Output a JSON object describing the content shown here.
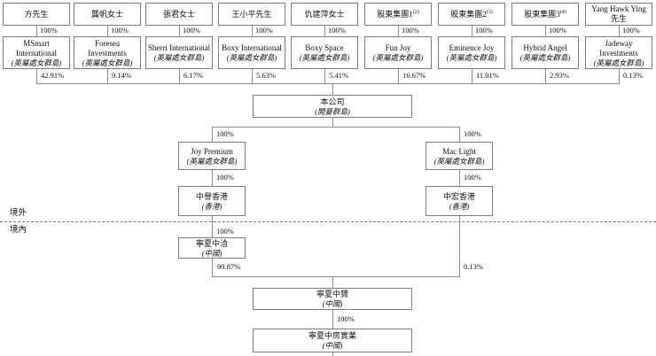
{
  "columns": [
    {
      "holder": "方先生",
      "pct_top": "100%",
      "company": "MSmart International",
      "juris": "(英屬處女群島)",
      "stake": "42.91%"
    },
    {
      "holder": "龔帆女士",
      "pct_top": "100%",
      "company": "Foresea Investments",
      "juris": "(英屬處女群島)",
      "stake": "9.14%"
    },
    {
      "holder": "張君女士",
      "pct_top": "100%",
      "company": "Sherri International",
      "juris": "(英屬處女群島)",
      "stake": "6.17%"
    },
    {
      "holder": "王小平先生",
      "pct_top": "100%",
      "company": "Boxy International",
      "juris": "(英屬處女群島)",
      "stake": "5.63%"
    },
    {
      "holder": "仇建萍女士",
      "pct_top": "100%",
      "company": "Boxy Space",
      "juris": "(英屬處女群島)",
      "stake": "5.41%"
    },
    {
      "holder": "股東集團1",
      "sup": "(2)",
      "pct_top": "100%",
      "company": "Fun Joy",
      "juris": "(英屬處女群島)",
      "stake": "16.67%"
    },
    {
      "holder": "股東集團2",
      "sup": "(3)",
      "pct_top": "100%",
      "company": "Eminence Joy",
      "juris": "(英屬處女群島)",
      "stake": "11.01%"
    },
    {
      "holder": "股東集團3",
      "sup": "(4)",
      "pct_top": "100%",
      "company": "Hybrid Angel",
      "juris": "(英屬處女群島)",
      "stake": "2.93%"
    },
    {
      "holder": "Yang Hawk Ying 先生",
      "pct_top": "100%",
      "company": "Jadeway Investments",
      "juris": "(英屬處女群島)",
      "stake": "0.13%"
    }
  ],
  "company": {
    "name": "本公司",
    "juris": "(開曼群島)"
  },
  "mid": {
    "joy_premium": {
      "pct": "100%",
      "name": "Joy Premium",
      "juris": "(英屬處女群島)"
    },
    "mac_light": {
      "pct": "100%",
      "name": "Mac Light",
      "juris": "(英屬處女群島)"
    },
    "zhongyu_hk": {
      "pct": "100%",
      "name": "中譽香港",
      "juris": "(香港)"
    },
    "zhonghong_hk": {
      "pct": "100%",
      "name": "中宏香港",
      "juris": "(香港)"
    }
  },
  "boundary": {
    "offshore": "境外",
    "onshore": "境內"
  },
  "onshore": {
    "zhongqia": {
      "pct_in": "100%",
      "name": "寧夏中洽",
      "juris": "(中國)",
      "pct_out": "99.87%"
    },
    "mac_pct": "0.13%",
    "zhongyun": {
      "name": "寧夏中贇",
      "juris": "(中國)",
      "pct_out": "100%"
    },
    "zhongfang": {
      "name": "寧夏中房實業",
      "juris": "(中國)"
    }
  }
}
